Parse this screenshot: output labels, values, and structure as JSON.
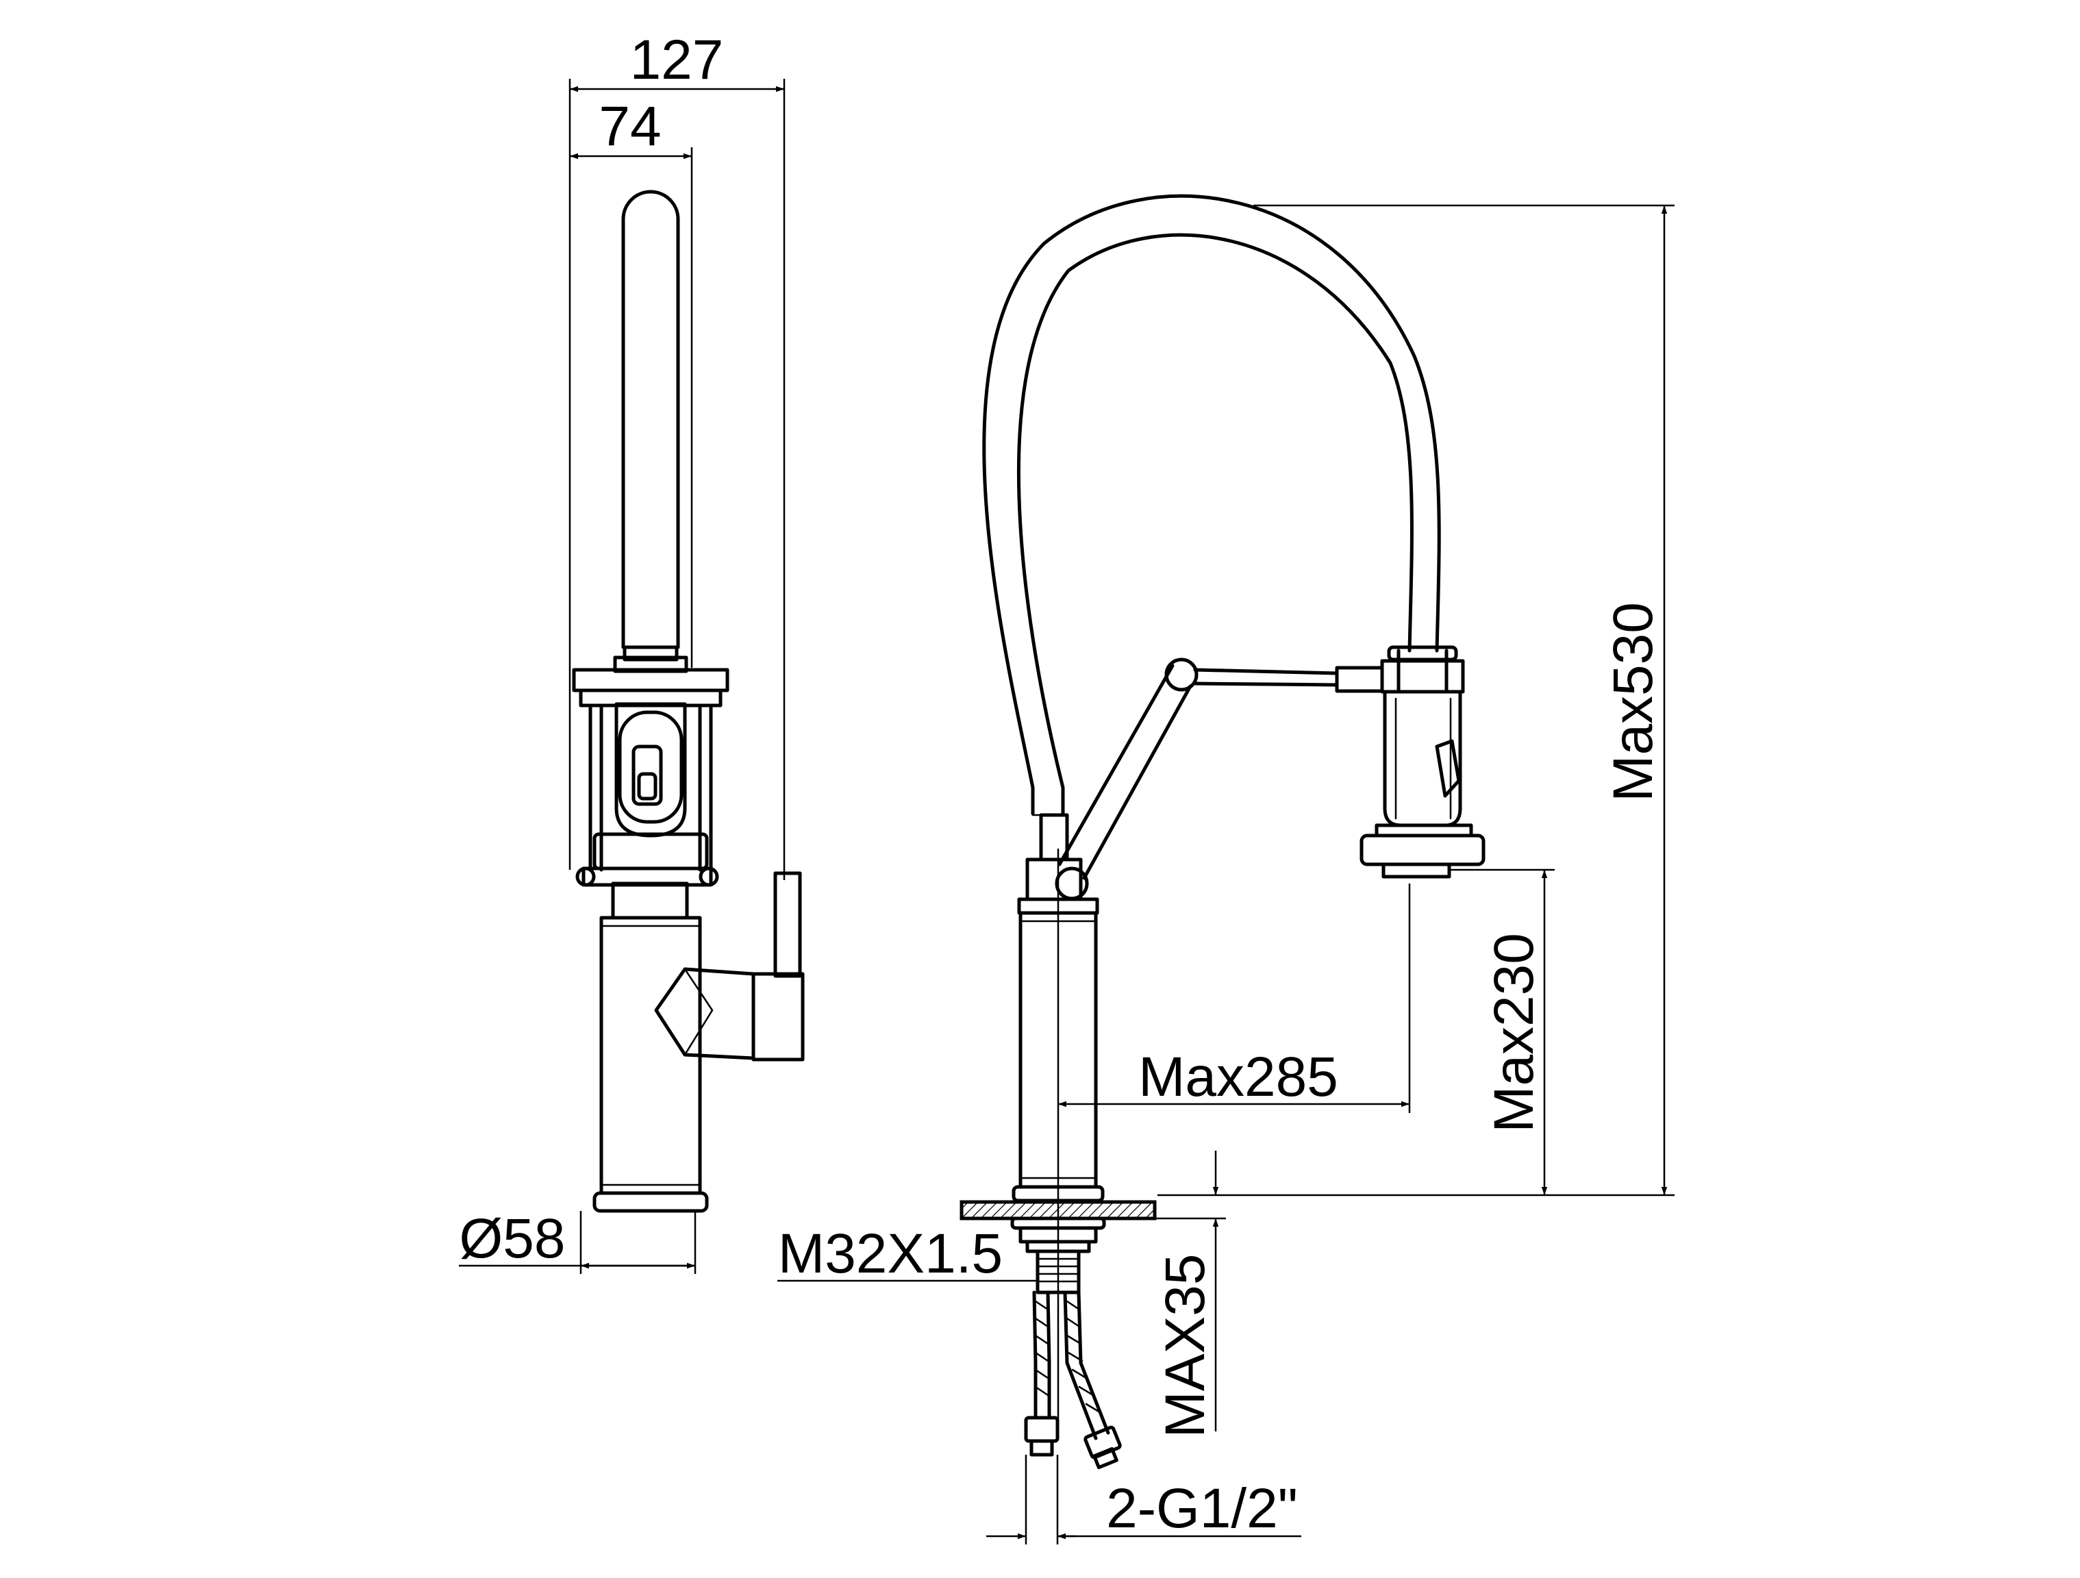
{
  "dimensions": {
    "overall_depth": "127",
    "spout_offset": "74",
    "base_diameter": "Ø58",
    "thread": "M32X1.5",
    "max_height": "Max530",
    "max_spray_height": "Max230",
    "max_reach": "Max285",
    "max_deck_thickness": "MAX35",
    "connections": "2-G1/2\""
  }
}
